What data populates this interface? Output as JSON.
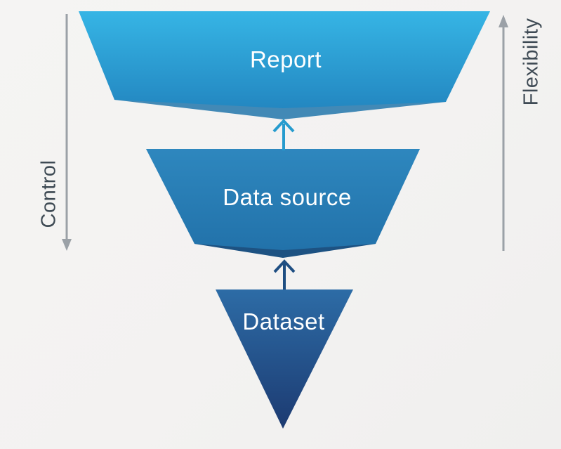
{
  "diagram": {
    "levels": [
      {
        "id": "report",
        "label": "Report"
      },
      {
        "id": "data-source",
        "label": "Data source"
      },
      {
        "id": "dataset",
        "label": "Dataset"
      }
    ],
    "axes": {
      "left": {
        "label": "Control",
        "arrow_direction": "down"
      },
      "right": {
        "label": "Flexibility",
        "arrow_direction": "up"
      }
    }
  },
  "colors": {
    "background": "#f3f2f1",
    "report_top": "#36b5e5",
    "report_bottom": "#2387c1",
    "report_underside": "#4289b6",
    "datasource_top": "#2e87be",
    "datasource_bottom": "#2272aa",
    "datasource_underside": "#1d5282",
    "dataset_top": "#2d6ca6",
    "dataset_bottom": "#1c3a71",
    "flow_arrow_cyan": "#269bce",
    "flow_arrow_navy": "#1e4e82",
    "axis_line": "#9ba1a7",
    "axis_text": "#3e4a54",
    "level_text": "#ffffff"
  }
}
